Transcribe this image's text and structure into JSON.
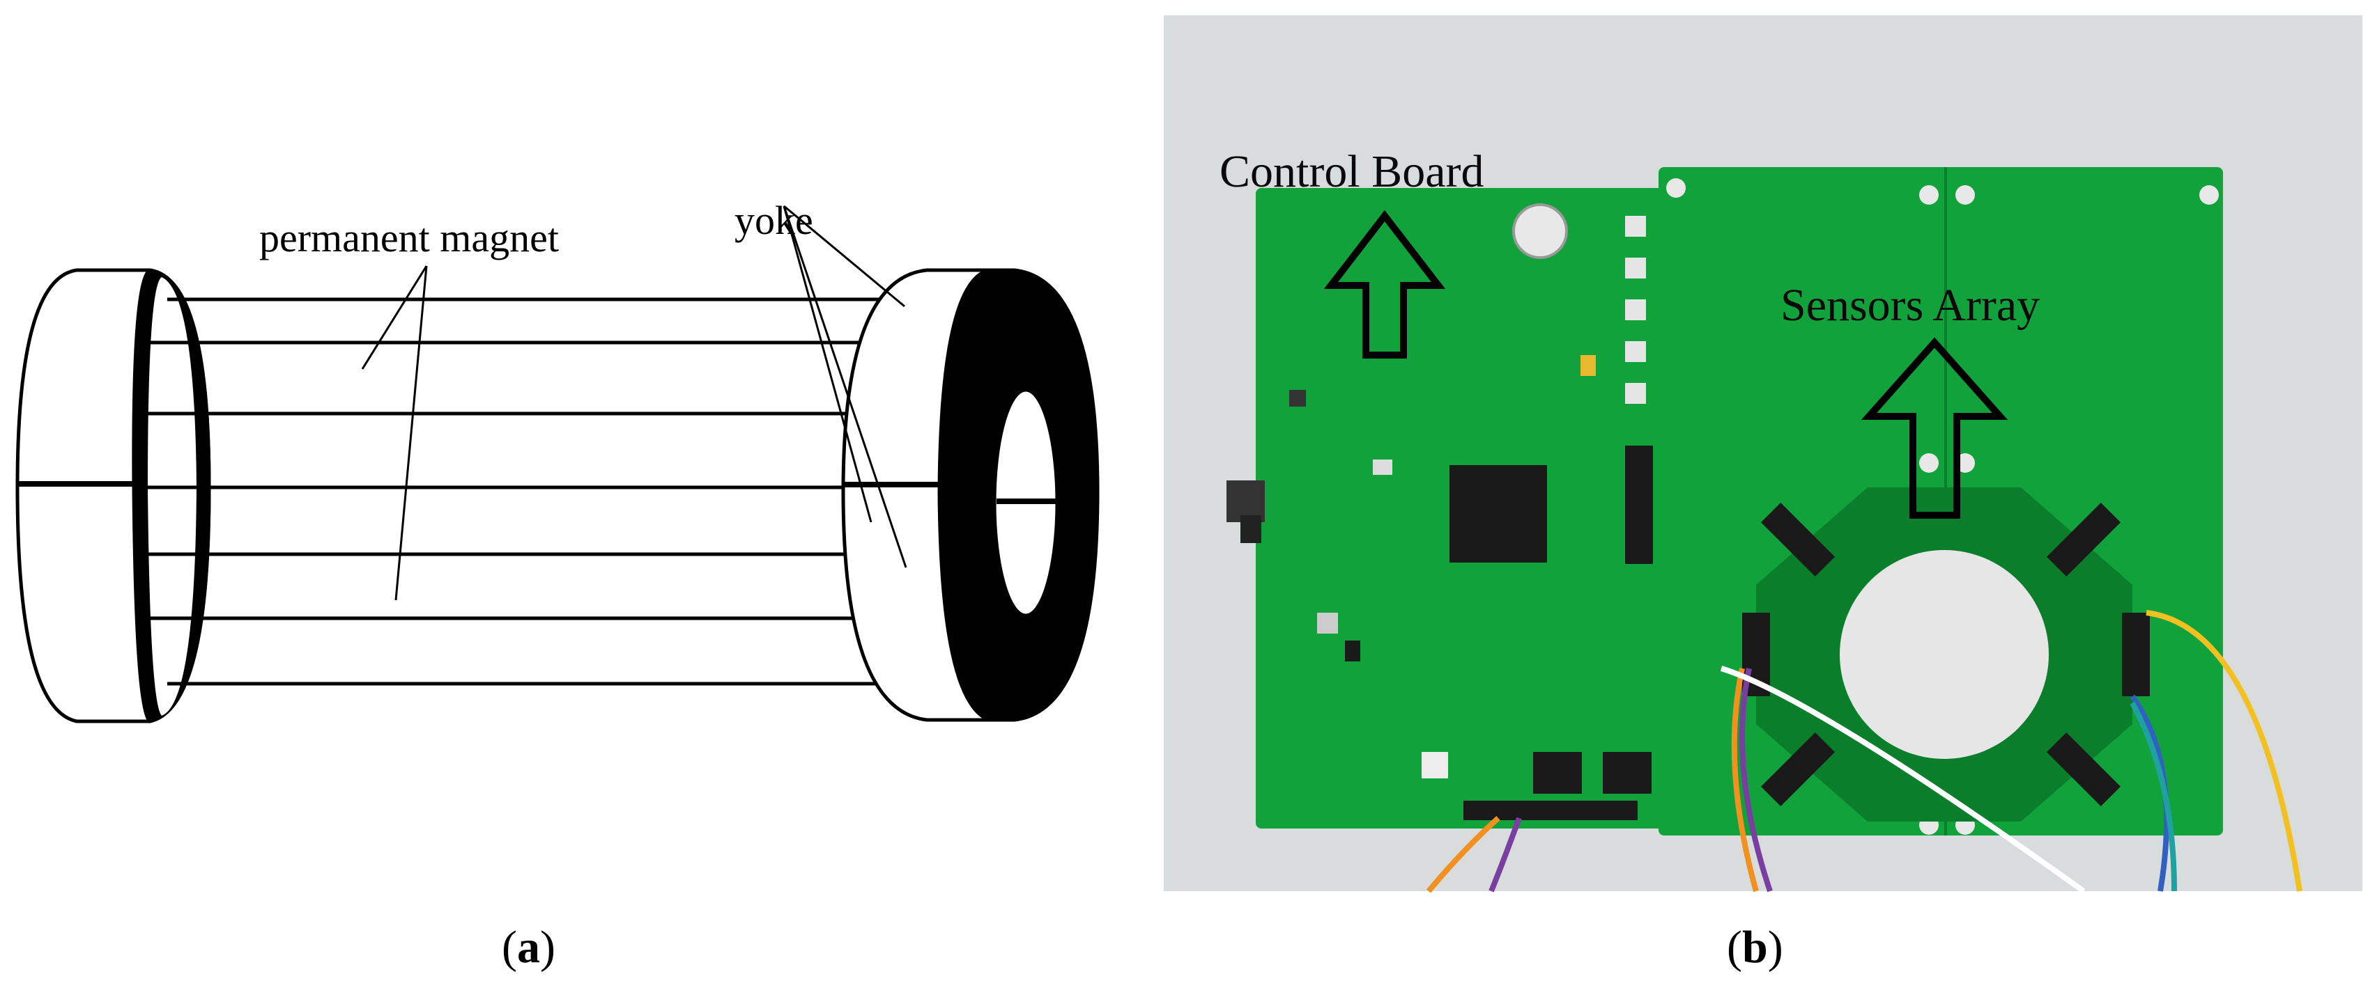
{
  "panel_a": {
    "labels": {
      "permanent_magnet": "permanent magnet",
      "yoke": "yoke"
    },
    "caption": {
      "open": "(",
      "letter": "a",
      "close": ")"
    }
  },
  "panel_b": {
    "labels": {
      "control_board": "Control Board",
      "sensors_array": "Sensors Array"
    },
    "caption": {
      "open": "(",
      "letter": "b",
      "close": ")"
    }
  },
  "colors": {
    "pcb_green": "#12a23c",
    "pcb_dark_green": "#0b7e2c",
    "background_photo": "#d9dcdc",
    "chip_black": "#1a1a1a",
    "drawing_ink": "#000000"
  }
}
